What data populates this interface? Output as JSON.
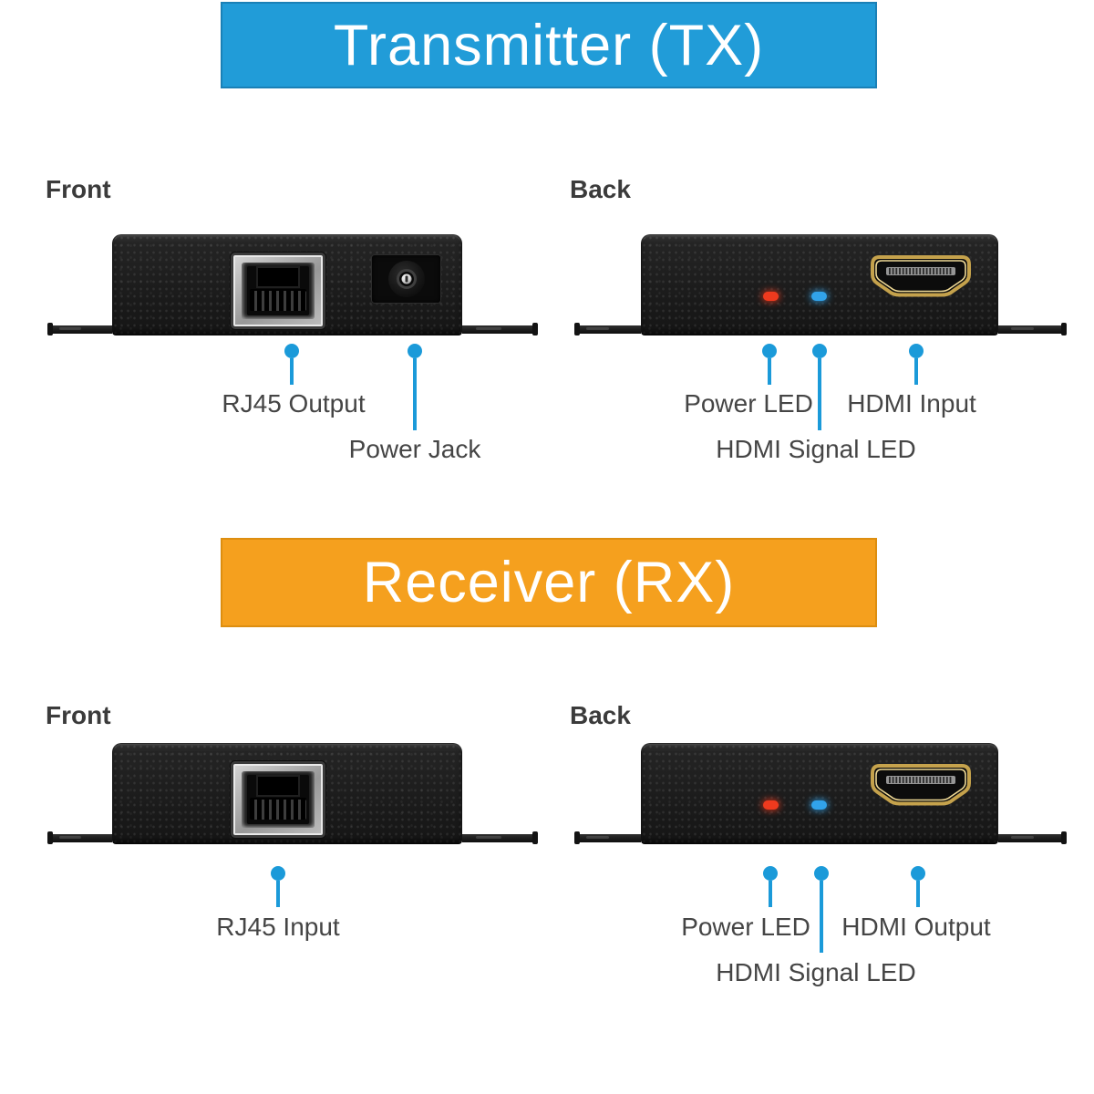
{
  "banners": {
    "transmitter": "Transmitter (TX)",
    "receiver": "Receiver (RX)"
  },
  "sections": {
    "transmitter": {
      "front": {
        "view_label": "Front",
        "rj45_label": "RJ45 Output",
        "power_jack_label": "Power Jack"
      },
      "back": {
        "view_label": "Back",
        "power_led_label": "Power LED",
        "signal_led_label": "HDMI Signal LED",
        "hdmi_label": "HDMI Input"
      }
    },
    "receiver": {
      "front": {
        "view_label": "Front",
        "rj45_label": "RJ45 Input"
      },
      "back": {
        "view_label": "Back",
        "power_led_label": "Power LED",
        "signal_led_label": "HDMI Signal LED",
        "hdmi_label": "HDMI Output"
      }
    }
  },
  "colors": {
    "transmitter_banner": "#219CD8",
    "receiver_banner": "#F5A01E",
    "callout_blue": "#1B9AD9",
    "power_led_red": "#EE3A1E",
    "hdmi_signal_led_blue": "#31A3EA"
  }
}
